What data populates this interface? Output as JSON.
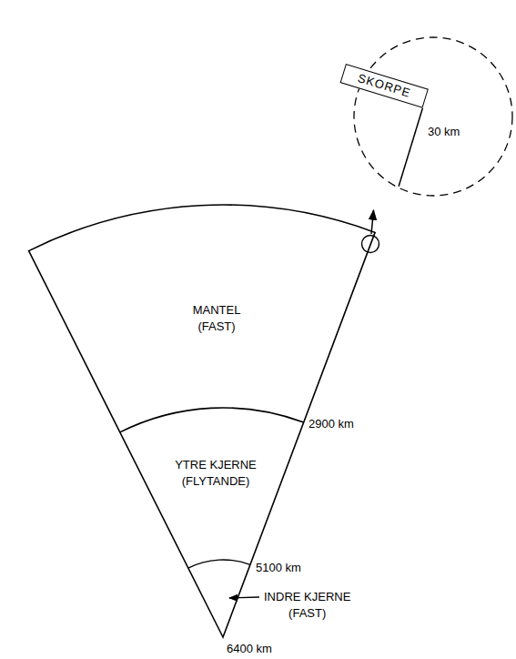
{
  "diagram": {
    "nodes": [
      {
        "text": [
          "SKORPE"
        ]
      },
      {
        "text": [
          "MANTEL",
          "(FAST)"
        ]
      },
      {
        "text": [
          "YTRE KJERNE",
          "(FLYTANDE)"
        ]
      },
      {
        "text": [
          "INDRE KJERNE",
          "(FAST)"
        ]
      }
    ],
    "labels": [
      "30 km",
      "2900 km",
      "5100 km",
      "6400 km"
    ]
  }
}
